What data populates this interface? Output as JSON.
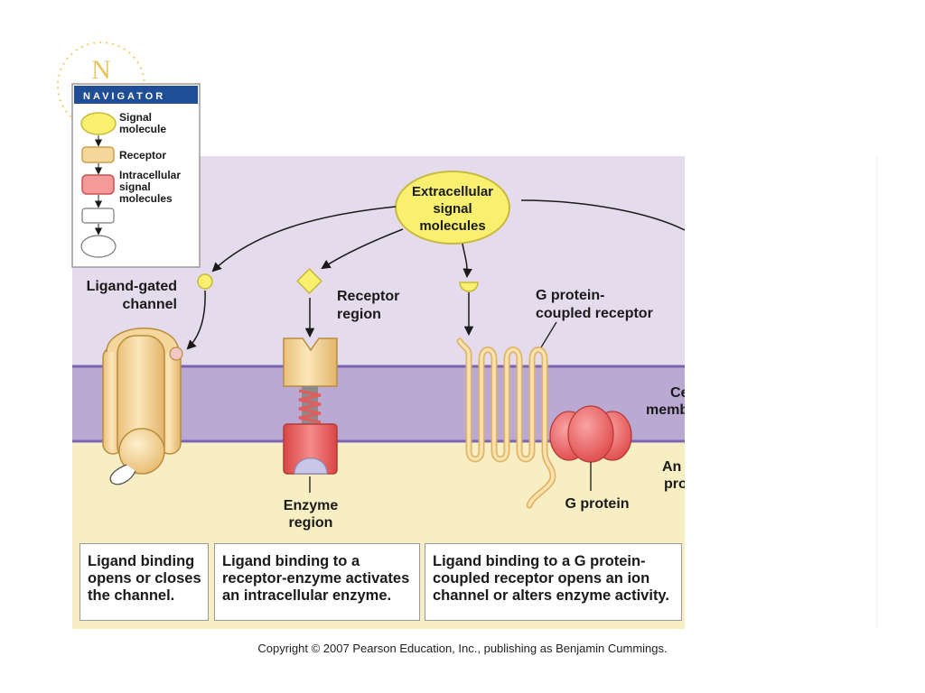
{
  "navigator": {
    "logo_letter": "N",
    "title": "NAVIGATOR",
    "items": [
      {
        "line1": "Signal",
        "line2": "molecule",
        "line3": ""
      },
      {
        "line1": "Receptor",
        "line2": "",
        "line3": ""
      },
      {
        "line1": "Intracellular",
        "line2": "signal",
        "line3": "molecules"
      },
      {
        "line1": "",
        "line2": "",
        "line3": ""
      },
      {
        "line1": "",
        "line2": "",
        "line3": ""
      }
    ]
  },
  "labels": {
    "extracellular_l1": "Extracellular",
    "extracellular_l2": "signal",
    "extracellular_l3": "molecules",
    "ligand_gated_l1": "Ligand-gated",
    "ligand_gated_l2": "channel",
    "receptor_region_l1": "Receptor",
    "receptor_region_l2": "region",
    "gpcr_l1": "G protein-",
    "gpcr_l2": "coupled receptor",
    "enzyme_region_l1": "Enzyme",
    "enzyme_region_l2": "region",
    "g_protein": "G protein",
    "cell_membrane_l1": "Ce",
    "cell_membrane_l2": "memb",
    "and_pro_l1": "An",
    "and_pro_l2": "pro"
  },
  "captions": [
    {
      "l1": "Ligand binding",
      "l2": "opens or closes",
      "l3": "the channel."
    },
    {
      "l1": "Ligand binding to a",
      "l2": "receptor-enzyme activates",
      "l3": "an intracellular enzyme."
    },
    {
      "l1": "Ligand binding to a G protein-",
      "l2": "coupled receptor opens an ion",
      "l3": "channel or alters enzyme activity."
    }
  ],
  "copyright": "Copyright © 2007 Pearson Education, Inc., publishing as Benjamin Cummings.",
  "colors": {
    "extracellular": "#e4dbec",
    "membrane": "#b9a9d3",
    "membrane_line": "#7b64ad",
    "cytoplasm": "#f8eec3",
    "signal_yellow": "#f9f070",
    "receptor_tan": "#f6d79b",
    "intracellular_red": "#ef6a6a",
    "navigator_blue": "#1f4e96"
  }
}
